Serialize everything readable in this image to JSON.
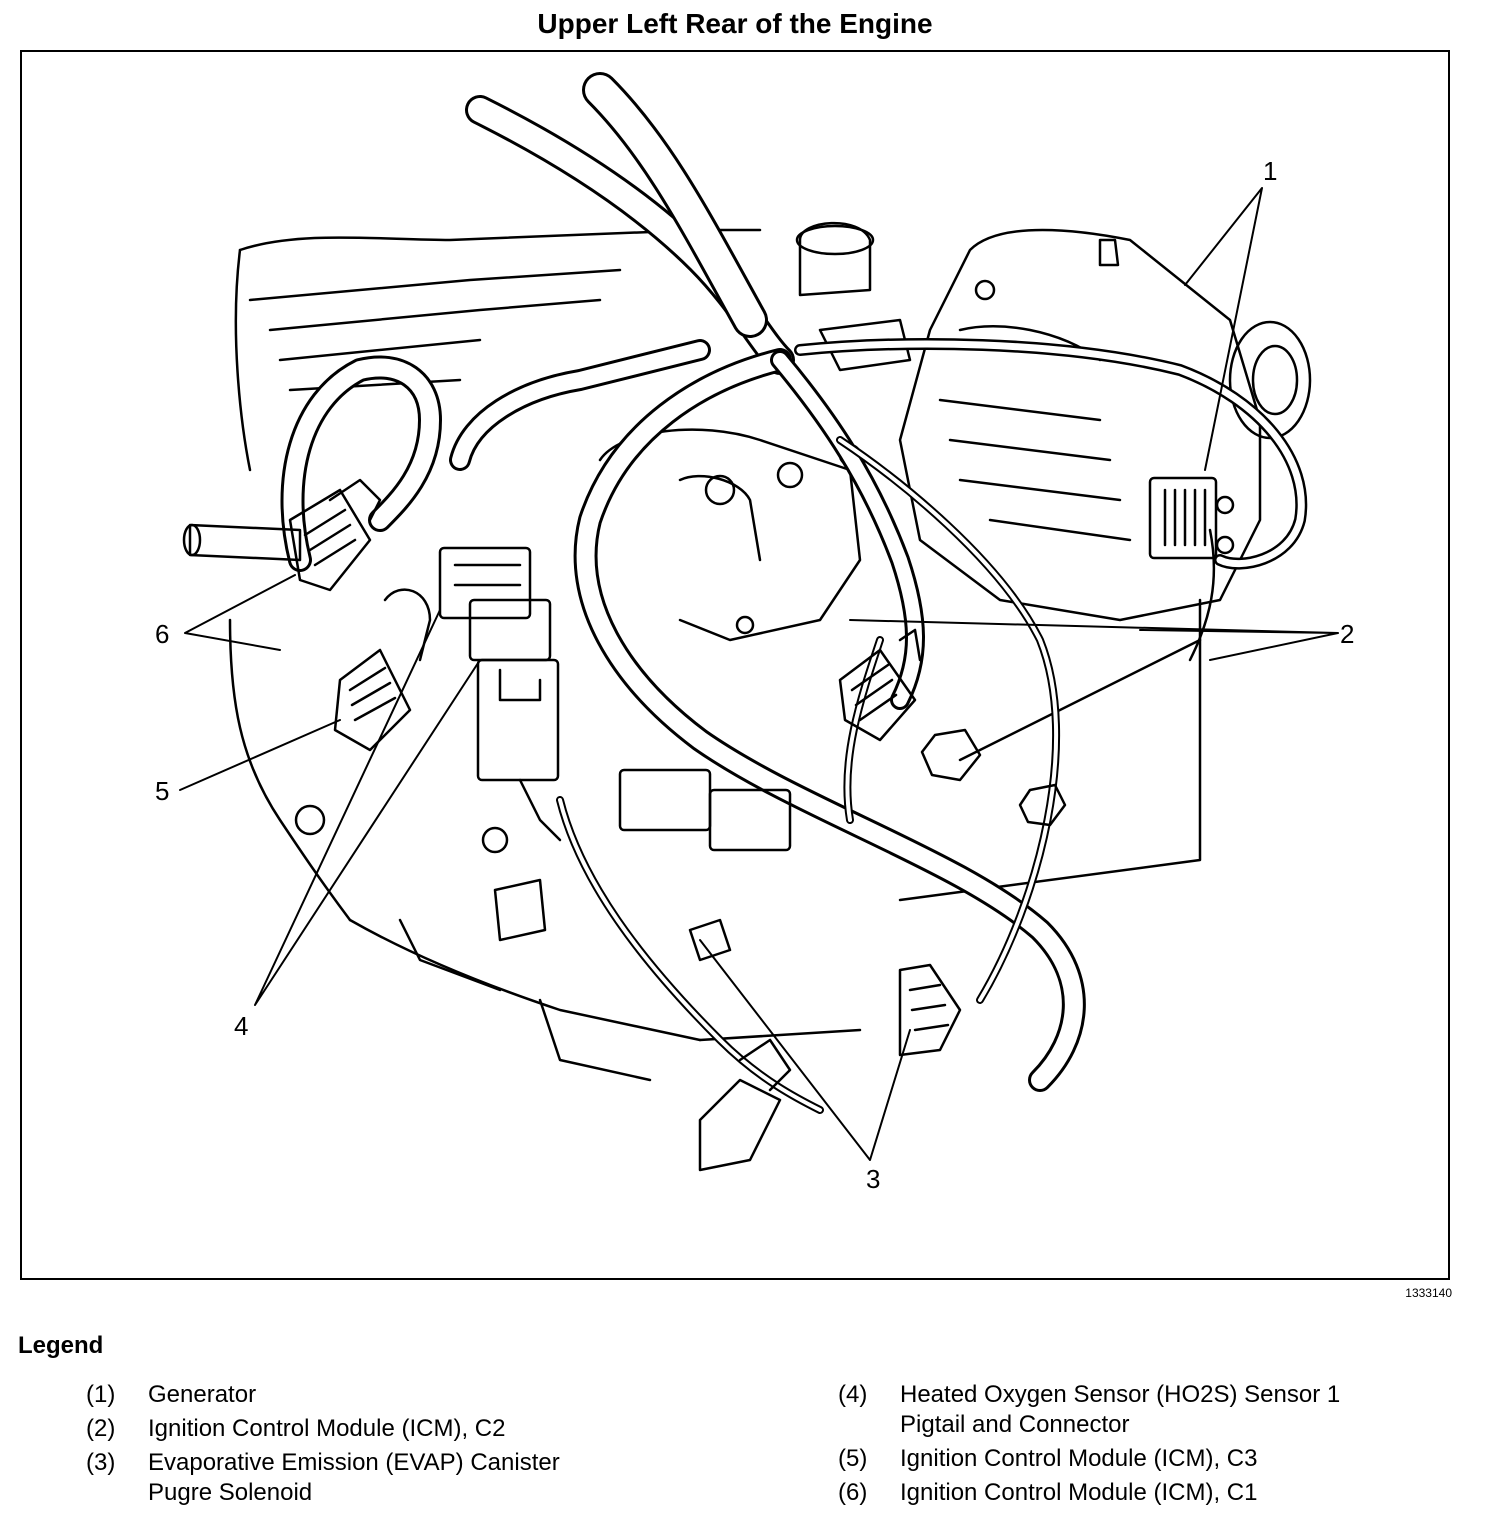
{
  "title": "Upper Left Rear of the Engine",
  "figure_id": "1333140",
  "callouts": [
    "1",
    "2",
    "3",
    "4",
    "5",
    "6"
  ],
  "legend": {
    "heading": "Legend",
    "left": [
      {
        "num": "(1)",
        "text": "Generator"
      },
      {
        "num": "(2)",
        "text": "Ignition Control Module (ICM), C2"
      },
      {
        "num": "(3)",
        "text": "Evaporative Emission (EVAP) Canister\nPugre Solenoid"
      }
    ],
    "right": [
      {
        "num": "(4)",
        "text": "Heated Oxygen Sensor (HO2S) Sensor 1\nPigtail and Connector"
      },
      {
        "num": "(5)",
        "text": "Ignition Control Module (ICM), C3"
      },
      {
        "num": "(6)",
        "text": "Ignition Control Module (ICM), C1"
      }
    ]
  }
}
